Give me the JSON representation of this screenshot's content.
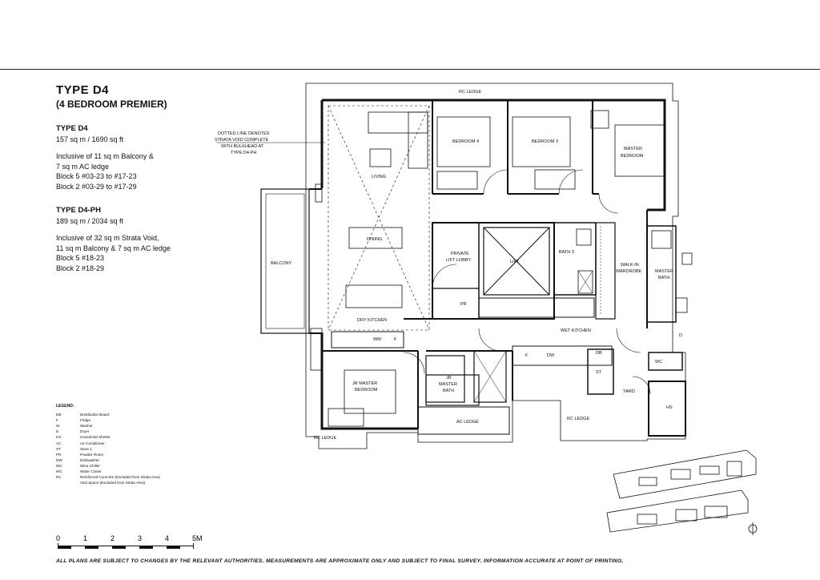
{
  "title": "TYPE  D4",
  "subtitle": "(4 BEDROOM PREMIER)",
  "type_d4": {
    "heading": "TYPE D4",
    "area": "157 sq m / 1690 sq ft",
    "incl1": "Inclusive of 11 sq m Balcony &",
    "incl2": "7 sq m AC ledge",
    "block5": "Block 5 #03-23 to #17-23",
    "block2": "Block 2 #03-29 to #17-29"
  },
  "type_d4ph": {
    "heading": "TYPE D4-PH",
    "area": "189 sq m / 2034 sq ft",
    "incl1": "Inclusive of 32 sq m Strata Void,",
    "incl2": "11 sq m Balcony & 7 sq m AC ledge",
    "block5": "Block 5 #18-23",
    "block2": "Block 2 #18-29"
  },
  "note": [
    "DOTTED LINE DENOTES",
    "STRATA VOID COMPLETE",
    "WITH BULKHEAD AT",
    "TYPE D4-PH"
  ],
  "rooms": {
    "rc_ledge_top": "RC LEDGE",
    "bedroom4": "BEDROOM 4",
    "bedroom3": "BEDROOM 3",
    "master_bedroom_1": "MASTER",
    "master_bedroom_2": "BEDROOM",
    "living": "LIVING",
    "dining": "DINING",
    "balcony": "BALCONY",
    "private_lift_lobby_1": "PRIVATE",
    "private_lift_lobby_2": "LIFT LOBBY",
    "lift": "LIFT",
    "bath3": "BATH 3",
    "walkin_1": "WALK-IN",
    "walkin_2": "WARDROBE",
    "master_bath_1": "MASTER",
    "master_bath_2": "BATH",
    "pr": "PR",
    "dry_kitchen": "DRY KITCHEN",
    "wet_kitchen": "WET KITCHEN",
    "wc": "WC",
    "yard": "YARD",
    "hs": "HS",
    "jr_master_bedroom_1": "JR MASTER",
    "jr_master_bedroom_2": "BEDROOM",
    "jr_master_bath_1": "JR",
    "jr_master_bath_2": "MASTER",
    "jr_master_bath_3": "BATH",
    "ac_ledge": "AC LEDGE",
    "rc_ledge_right": "RC LEDGE",
    "rc_ledge_left": "RC LEDGE",
    "f_dry": "F",
    "f_wet": "F",
    "wm": "WM",
    "d": "D",
    "dw": "DW",
    "db": "DB",
    "st": "ST",
    "wc_code": "WC"
  },
  "legend": {
    "title": "LEGEND:",
    "items": [
      {
        "code": "DB",
        "desc": "Distribution Board"
      },
      {
        "code": "F",
        "desc": "Fridge"
      },
      {
        "code": "W",
        "desc": "Washer"
      },
      {
        "code": "D",
        "desc": "Dryer"
      },
      {
        "code": "HS",
        "desc": "Household Shelter"
      },
      {
        "code": "AC",
        "desc": "Air-Conditioner"
      },
      {
        "code": "ST",
        "desc": "Store 1"
      },
      {
        "code": "PR",
        "desc": "Powder Room"
      },
      {
        "code": "DW",
        "desc": "Dishwasher"
      },
      {
        "code": "WC",
        "desc": "Wine Chiller"
      },
      {
        "code": "WC",
        "desc": "Water Closet"
      },
      {
        "code": "RC",
        "desc": "Reinforced Concrete (Excluded from Strata Area)"
      },
      {
        "code": "",
        "desc": "Void Space (Excluded from Strata Area)"
      }
    ]
  },
  "scale": {
    "ticks": [
      "0",
      "1",
      "2",
      "3",
      "4",
      "5M"
    ]
  },
  "disclaimer": "ALL PLANS ARE SUBJECT TO CHANGES BY THE RELEVANT AUTHORITIES. MEASUREMENTS ARE APPROXIMATE ONLY AND SUBJECT TO FINAL SURVEY. INFORMATION ACCURATE AT POINT OF PRINTING."
}
